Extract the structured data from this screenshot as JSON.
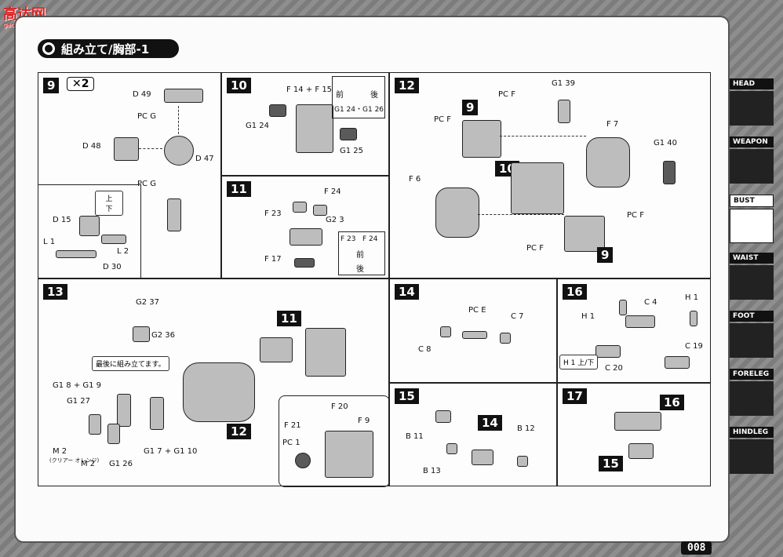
{
  "site_logo": {
    "title": "高达网",
    "sub": "gao-shou.com"
  },
  "header": {
    "title": "組み立て/胸部-1"
  },
  "steps": {
    "s9": {
      "num": "9",
      "mult": "✕2",
      "labels": [
        "D 49",
        "PC G",
        "D 48",
        "D 47",
        "PC G",
        "D 15",
        "L 1",
        "L 2",
        "D 30"
      ],
      "up": "上",
      "down": "下"
    },
    "s10": {
      "num": "10",
      "labels": [
        "F 14 + F 15",
        "G1 24",
        "G1 25"
      ],
      "front": "前",
      "back": "後",
      "g_pair": "G1 24・G1 26"
    },
    "s11": {
      "num": "11",
      "labels": [
        "F 24",
        "F 23",
        "G2 3",
        "F 17"
      ],
      "front": "前",
      "back": "後",
      "box": [
        "F 23",
        "F 24"
      ]
    },
    "s12": {
      "num": "12",
      "labels": [
        "G1 39",
        "PC F",
        "PC F",
        "F 7",
        "G1 40",
        "F 6",
        "PC F",
        "PC F"
      ],
      "sub": [
        "9",
        "10",
        "9"
      ]
    },
    "s13": {
      "num": "13",
      "labels": [
        "G2 37",
        "G2 36",
        "G1 8 + G1 9",
        "G1 27",
        "G1 26",
        "M 2",
        "M 2",
        "G1 7 + G1 10",
        "F 20",
        "F 21",
        "PC 1",
        "F 9"
      ],
      "note": "最後に組み立てます。",
      "clear": "(クリアー オレンジ)",
      "sub": [
        "11",
        "12"
      ]
    },
    "s14": {
      "num": "14",
      "labels": [
        "PC E",
        "C 7",
        "C 8"
      ]
    },
    "s15": {
      "num": "15",
      "labels": [
        "B 11",
        "B 12",
        "B 13"
      ],
      "sub": "14"
    },
    "s16": {
      "num": "16",
      "labels": [
        "H 1",
        "C 4",
        "H 1",
        "C 20",
        "C 19"
      ],
      "up": "上",
      "down": "下",
      "hpair": "H 1"
    },
    "s17": {
      "num": "17",
      "sub": [
        "16",
        "15"
      ]
    }
  },
  "sidebar": [
    {
      "label": "HEAD",
      "active": false
    },
    {
      "label": "WEAPON",
      "active": false
    },
    {
      "label": "BUST",
      "active": true
    },
    {
      "label": "WAIST",
      "active": false
    },
    {
      "label": "FOOT",
      "active": false
    },
    {
      "label": "FORELEG",
      "active": false
    },
    {
      "label": "HINDLEG",
      "active": false
    }
  ],
  "page_number": "008"
}
